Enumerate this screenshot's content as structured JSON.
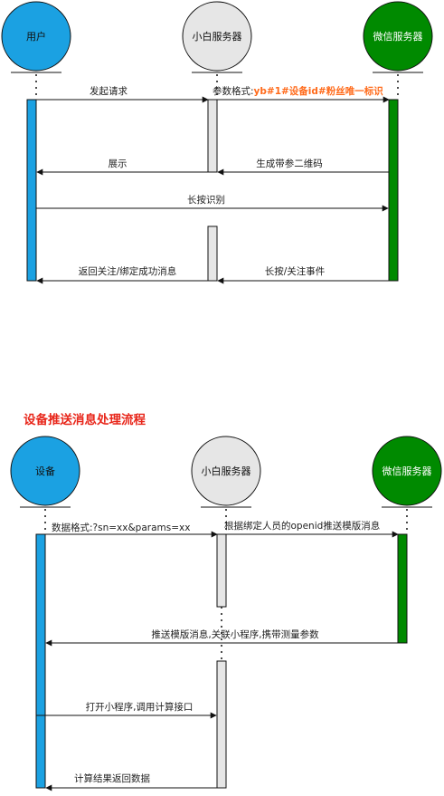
{
  "colors": {
    "blue": "#1ba1e2",
    "grey": "#e6e6e6",
    "green": "#008a00",
    "orange": "#ff6a1a",
    "red": "#e8261a",
    "line": "#111111"
  },
  "section2_title": "设备推送消息处理流程",
  "diagram1": {
    "actors": [
      "用户",
      "小白服务器",
      "微信服务器"
    ],
    "messages": [
      {
        "label": "发起请求"
      },
      {
        "label_prefix": "参数格式:",
        "label_highlight": "yb#1#设备id#粉丝唯一标识"
      },
      {
        "label": "展示"
      },
      {
        "label": "生成带参二维码"
      },
      {
        "label": "长按识别"
      },
      {
        "label": "返回关注/绑定成功消息"
      },
      {
        "label": "长按/关注事件"
      }
    ]
  },
  "diagram2": {
    "actors": [
      "设备",
      "小白服务器",
      "微信服务器"
    ],
    "messages": [
      {
        "label": "数据格式:?sn=xx&params=xx"
      },
      {
        "label": "根据绑定人员的openid推送模版消息"
      },
      {
        "label": "推送模版消息,关联小程序,携带测量参数"
      },
      {
        "label": "打开小程序,调用计算接口"
      },
      {
        "label": "计算结果返回数据"
      }
    ]
  }
}
